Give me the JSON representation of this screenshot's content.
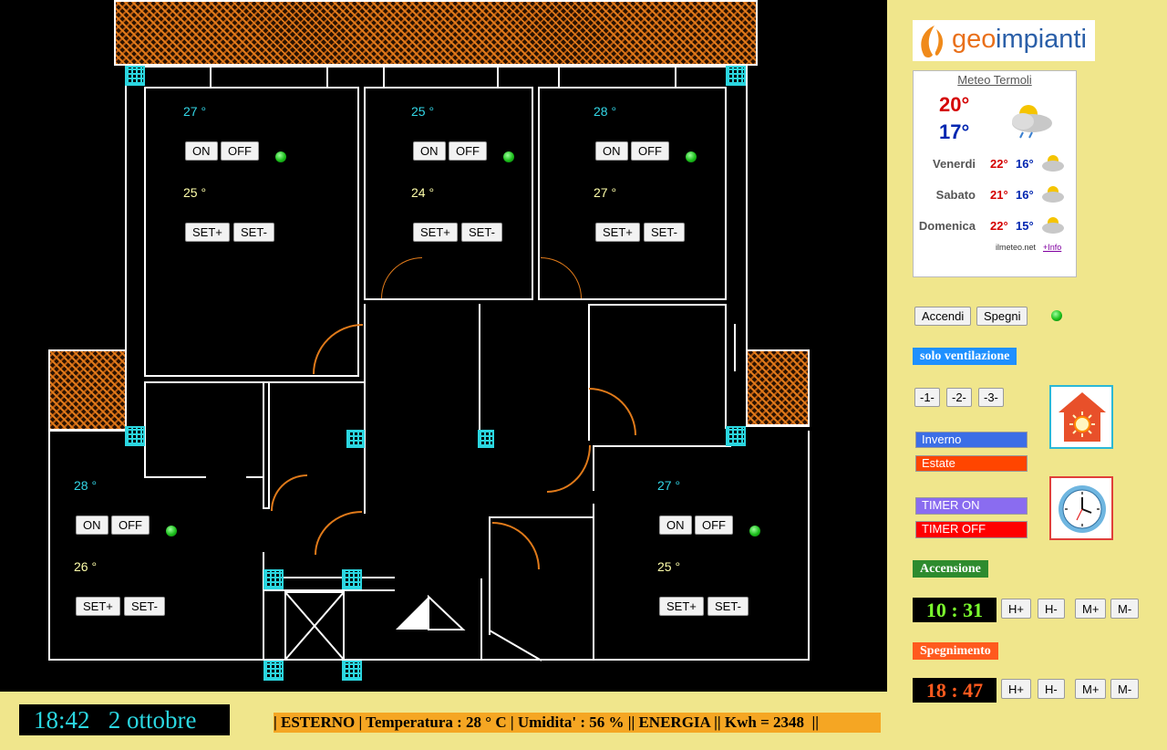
{
  "rooms": [
    {
      "id": "room-1",
      "temperature": "27 °",
      "setpoint": "25 °",
      "on_label": "ON",
      "off_label": "OFF",
      "set_plus_label": "SET+",
      "set_minus_label": "SET-"
    },
    {
      "id": "room-2",
      "temperature": "25 °",
      "setpoint": "24 °",
      "on_label": "ON",
      "off_label": "OFF",
      "set_plus_label": "SET+",
      "set_minus_label": "SET-"
    },
    {
      "id": "room-3",
      "temperature": "28 °",
      "setpoint": "27 °",
      "on_label": "ON",
      "off_label": "OFF",
      "set_plus_label": "SET+",
      "set_minus_label": "SET-"
    },
    {
      "id": "room-4",
      "temperature": "28 °",
      "setpoint": "26 °",
      "on_label": "ON",
      "off_label": "OFF",
      "set_plus_label": "SET+",
      "set_minus_label": "SET-"
    },
    {
      "id": "room-5",
      "temperature": "27 °",
      "setpoint": "25 °",
      "on_label": "ON",
      "off_label": "OFF",
      "set_plus_label": "SET+",
      "set_minus_label": "SET-"
    }
  ],
  "footer": {
    "time": "18:42",
    "date": "2 ottobre",
    "status_line": "| ESTERNO | Temperatura : 28 ° C | Umidita' : 56 % || ENERGIA || Kwh = 2348  ||"
  },
  "logo": {
    "part1": "geo",
    "part2": "impianti"
  },
  "weather": {
    "link": "Meteo Termoli",
    "max": "20°",
    "min": "17°",
    "days": [
      {
        "name": "Venerdi",
        "max": "22°",
        "min": "16°"
      },
      {
        "name": "Sabato",
        "max": "21°",
        "min": "16°"
      },
      {
        "name": "Domenica",
        "max": "22°",
        "min": "15°"
      }
    ],
    "source": "ilmeteo.net",
    "info_link": "+Info"
  },
  "controls": {
    "accendi_label": "Accendi",
    "spegni_label": "Spegni",
    "ventilation_title": "solo ventilazione",
    "speed_labels": [
      "-1-",
      "-2-",
      "-3-"
    ],
    "inverno_label": "Inverno",
    "estate_label": "Estate",
    "timer_on_label": "TIMER ON",
    "timer_off_label": "TIMER  OFF",
    "accensione_title": "Accensione",
    "accensione_time": "10 : 31",
    "spegnimento_title": "Spegnimento",
    "spegnimento_time": "18 : 47",
    "h_plus": "H+",
    "h_minus": "H-",
    "m_plus": "M+",
    "m_minus": "M-"
  },
  "colors": {
    "panel_bg": "#f0e68c",
    "temp_text": "#33d6e6",
    "led_on": "#1bbf1b",
    "accent_blue": "#1e90ff",
    "accent_green": "#2e8b2e",
    "accent_orange": "#ff5a1e",
    "inverno": "#3c6ee6",
    "estate": "#ff4500",
    "timer_on": "#8a6cf0",
    "timer_off": "#ff0000",
    "accensione_digits": "#7cff2e",
    "spegnimento_digits": "#ff5a1e"
  }
}
